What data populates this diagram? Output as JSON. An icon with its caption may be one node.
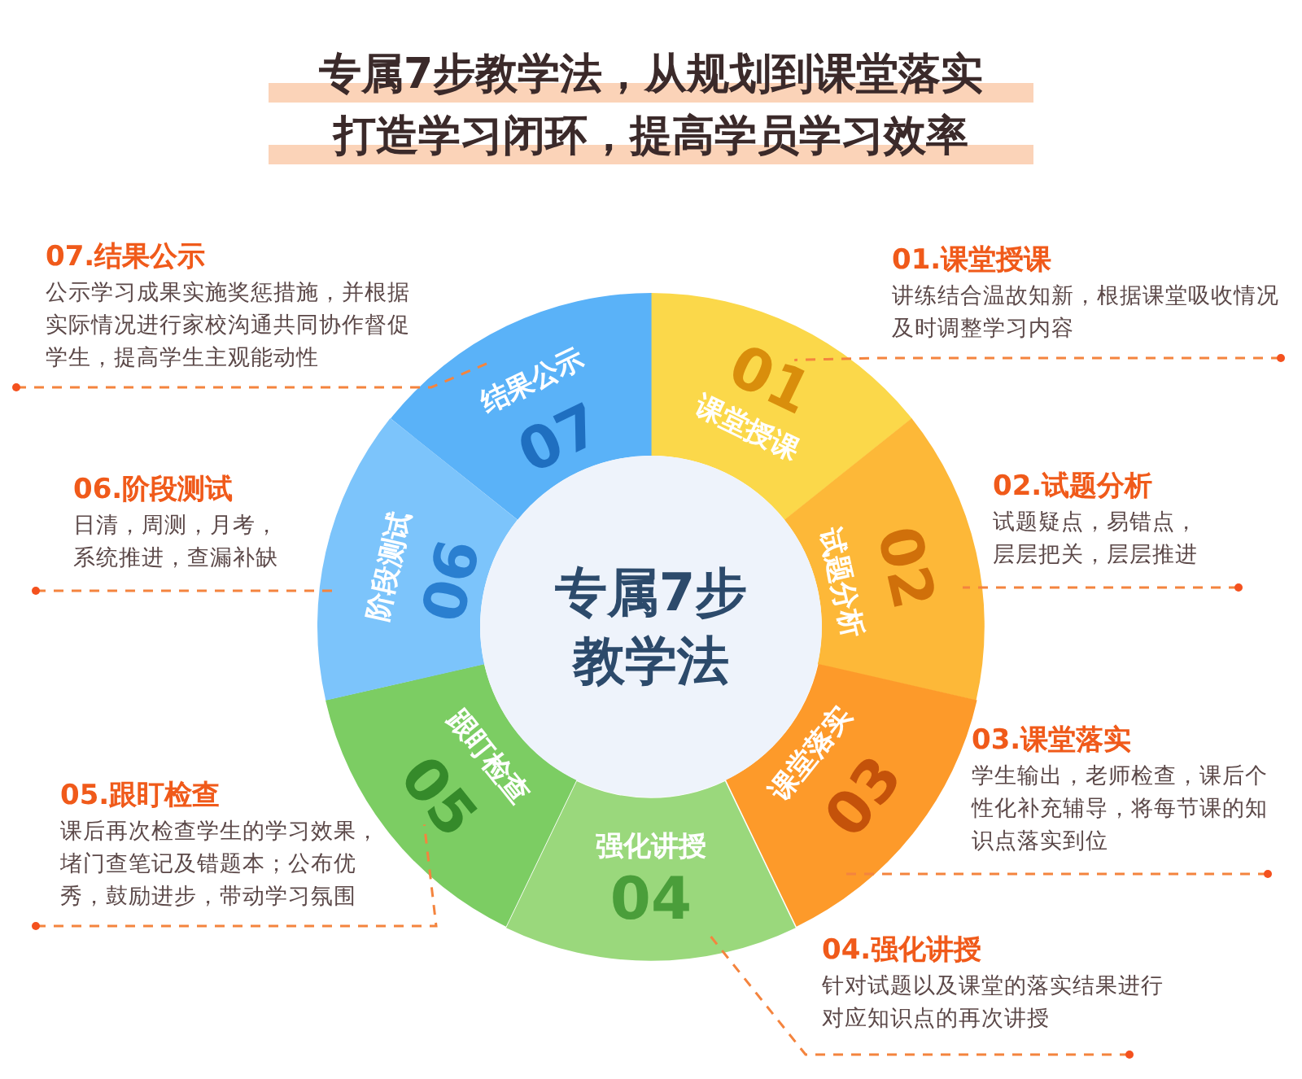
{
  "diagram": {
    "title": "专属7步教学法，从规划到课堂落实打造学习闭环，提高学员学习效率",
    "nodes": [
      {
        "text": [
          "专属7步教学法"
        ]
      },
      {
        "text": [
          "课堂授课",
          "01"
        ]
      },
      {
        "text": [
          "试题分析",
          "02"
        ]
      },
      {
        "text": [
          "课堂落实",
          "03"
        ]
      },
      {
        "text": [
          "强化讲授",
          "04"
        ]
      },
      {
        "text": [
          "跟盯检查",
          "05"
        ]
      },
      {
        "text": [
          "阶段测试",
          "06"
        ]
      },
      {
        "text": [
          "结果公示",
          "07"
        ]
      },
      {
        "text": [
          "01.课堂授课",
          "讲练结合温故知新，根据课堂吸收情况及时调整学习内容"
        ]
      },
      {
        "text": [
          "02.试题分析",
          "试题疑点，易错点，层层把关，层层推进"
        ]
      },
      {
        "text": [
          "03.课堂落实",
          "学生输出，老师检查，课后个性化补充辅导，将每节课的知识点落实到位"
        ]
      },
      {
        "text": [
          "04.强化讲授",
          "针对试题以及课堂的落实结果进行对应知识点的再次讲授"
        ]
      },
      {
        "text": [
          "05.跟盯检查",
          "课后再次检查学生的学习效果，堵门查笔记及错题本；公布优秀，鼓励进步，带动学习氛围"
        ]
      },
      {
        "text": [
          "06.阶段测试",
          "日清，周测，月考，系统推进，查漏补缺"
        ]
      },
      {
        "text": [
          "07.结果公示",
          "公示学习成果实施奖惩措施，并根据实际情况进行家校沟通共同协作督促学生，提高学生主观能动性"
        ]
      }
    ],
    "edges": [
      {
        "from": 8,
        "to": 1,
        "arrow": "other",
        "style": "dashed"
      },
      {
        "from": 9,
        "to": 2,
        "arrow": "other",
        "style": "dashed"
      },
      {
        "from": 10,
        "to": 3,
        "arrow": "other",
        "style": "dashed"
      },
      {
        "from": 11,
        "to": 4,
        "arrow": "other",
        "style": "dashed"
      },
      {
        "from": 12,
        "to": 5,
        "arrow": "other",
        "style": "dashed"
      },
      {
        "from": 13,
        "to": 6,
        "arrow": "other",
        "style": "dashed"
      },
      {
        "from": 14,
        "to": 7,
        "arrow": "other",
        "style": "dashed"
      }
    ]
  }
}
